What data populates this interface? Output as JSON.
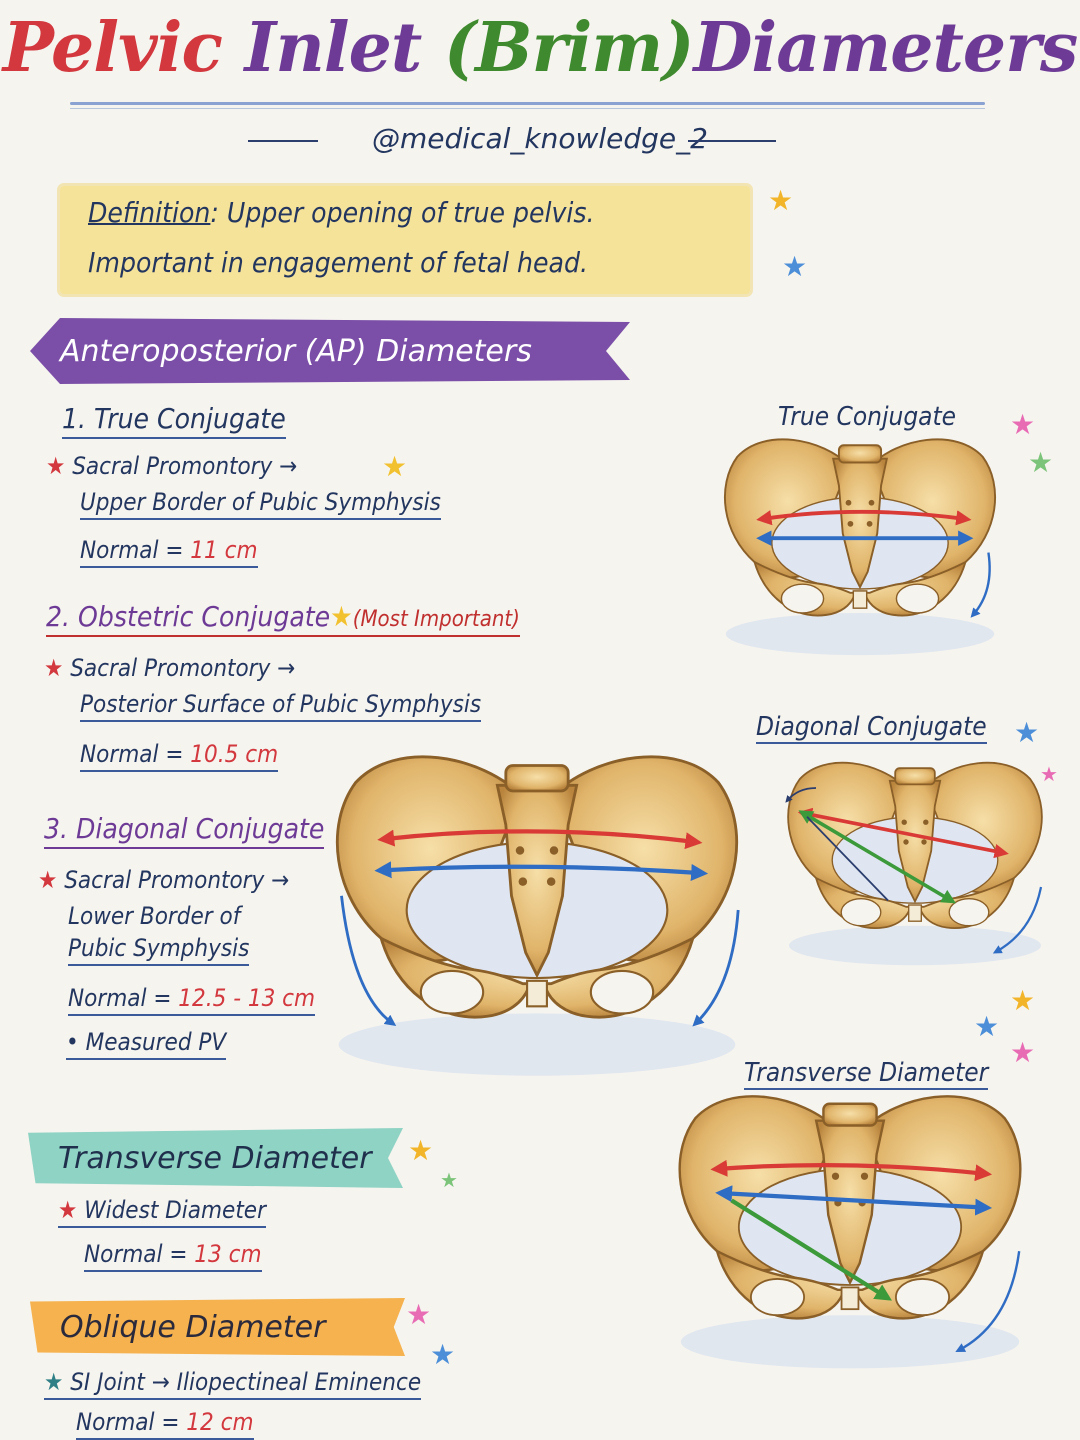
{
  "title": {
    "part1": "Pelvic",
    "part2": "Inlet",
    "part3": "(Brim)",
    "part4": "Diameters"
  },
  "handle": "@medical_knowledge_2",
  "definition": {
    "label": "Definition",
    "line1": ": Upper opening of true pelvis.",
    "line2": "Important in engagement of fetal head."
  },
  "ap_section": {
    "banner": "Anteroposterior (AP) Diameters",
    "true_conjugate": {
      "heading": "1. True Conjugate",
      "from": "Sacral Promontory →",
      "to": "Upper Border of Pubic Symphysis",
      "normal_prefix": "Normal = ",
      "normal_value": "11 cm"
    },
    "obstetric_conjugate": {
      "heading": "2. Obstetric Conjugate",
      "note": "(Most Important)",
      "from": "Sacral Promontory →",
      "to": "Posterior Surface of Pubic Symphysis",
      "normal_prefix": "Normal = ",
      "normal_value": "10.5 cm"
    },
    "diagonal_conjugate": {
      "heading": "3. Diagonal Conjugate",
      "from": "Sacral Promontory →",
      "to_line1": "Lower Border of",
      "to_line2": "Pubic Symphysis",
      "normal_prefix": "Normal = ",
      "normal_value": "12.5 - 13 cm",
      "note": "• Measured PV"
    }
  },
  "transverse_section": {
    "banner": "Transverse Diameter",
    "desc": "Widest Diameter",
    "normal_prefix": "Normal = ",
    "normal_value": "13 cm"
  },
  "oblique_section": {
    "banner": "Oblique Diameter",
    "desc": "SI Joint → Iliopectineal Eminence",
    "normal_prefix": "Normal = ",
    "normal_value": "12 cm"
  },
  "diagram_labels": {
    "true_conjugate": "True Conjugate",
    "diagonal_conjugate": "Diagonal Conjugate",
    "transverse_diameter": "Transverse Diameter"
  },
  "colors": {
    "red": "#d2383e",
    "purple": "#6d3b96",
    "green": "#3f8a2e",
    "navy": "#23365f",
    "bone": "#e2b76f",
    "arrow_red": "#d93a36",
    "arrow_blue": "#2f6cc4",
    "arrow_green": "#3c9a3a"
  }
}
